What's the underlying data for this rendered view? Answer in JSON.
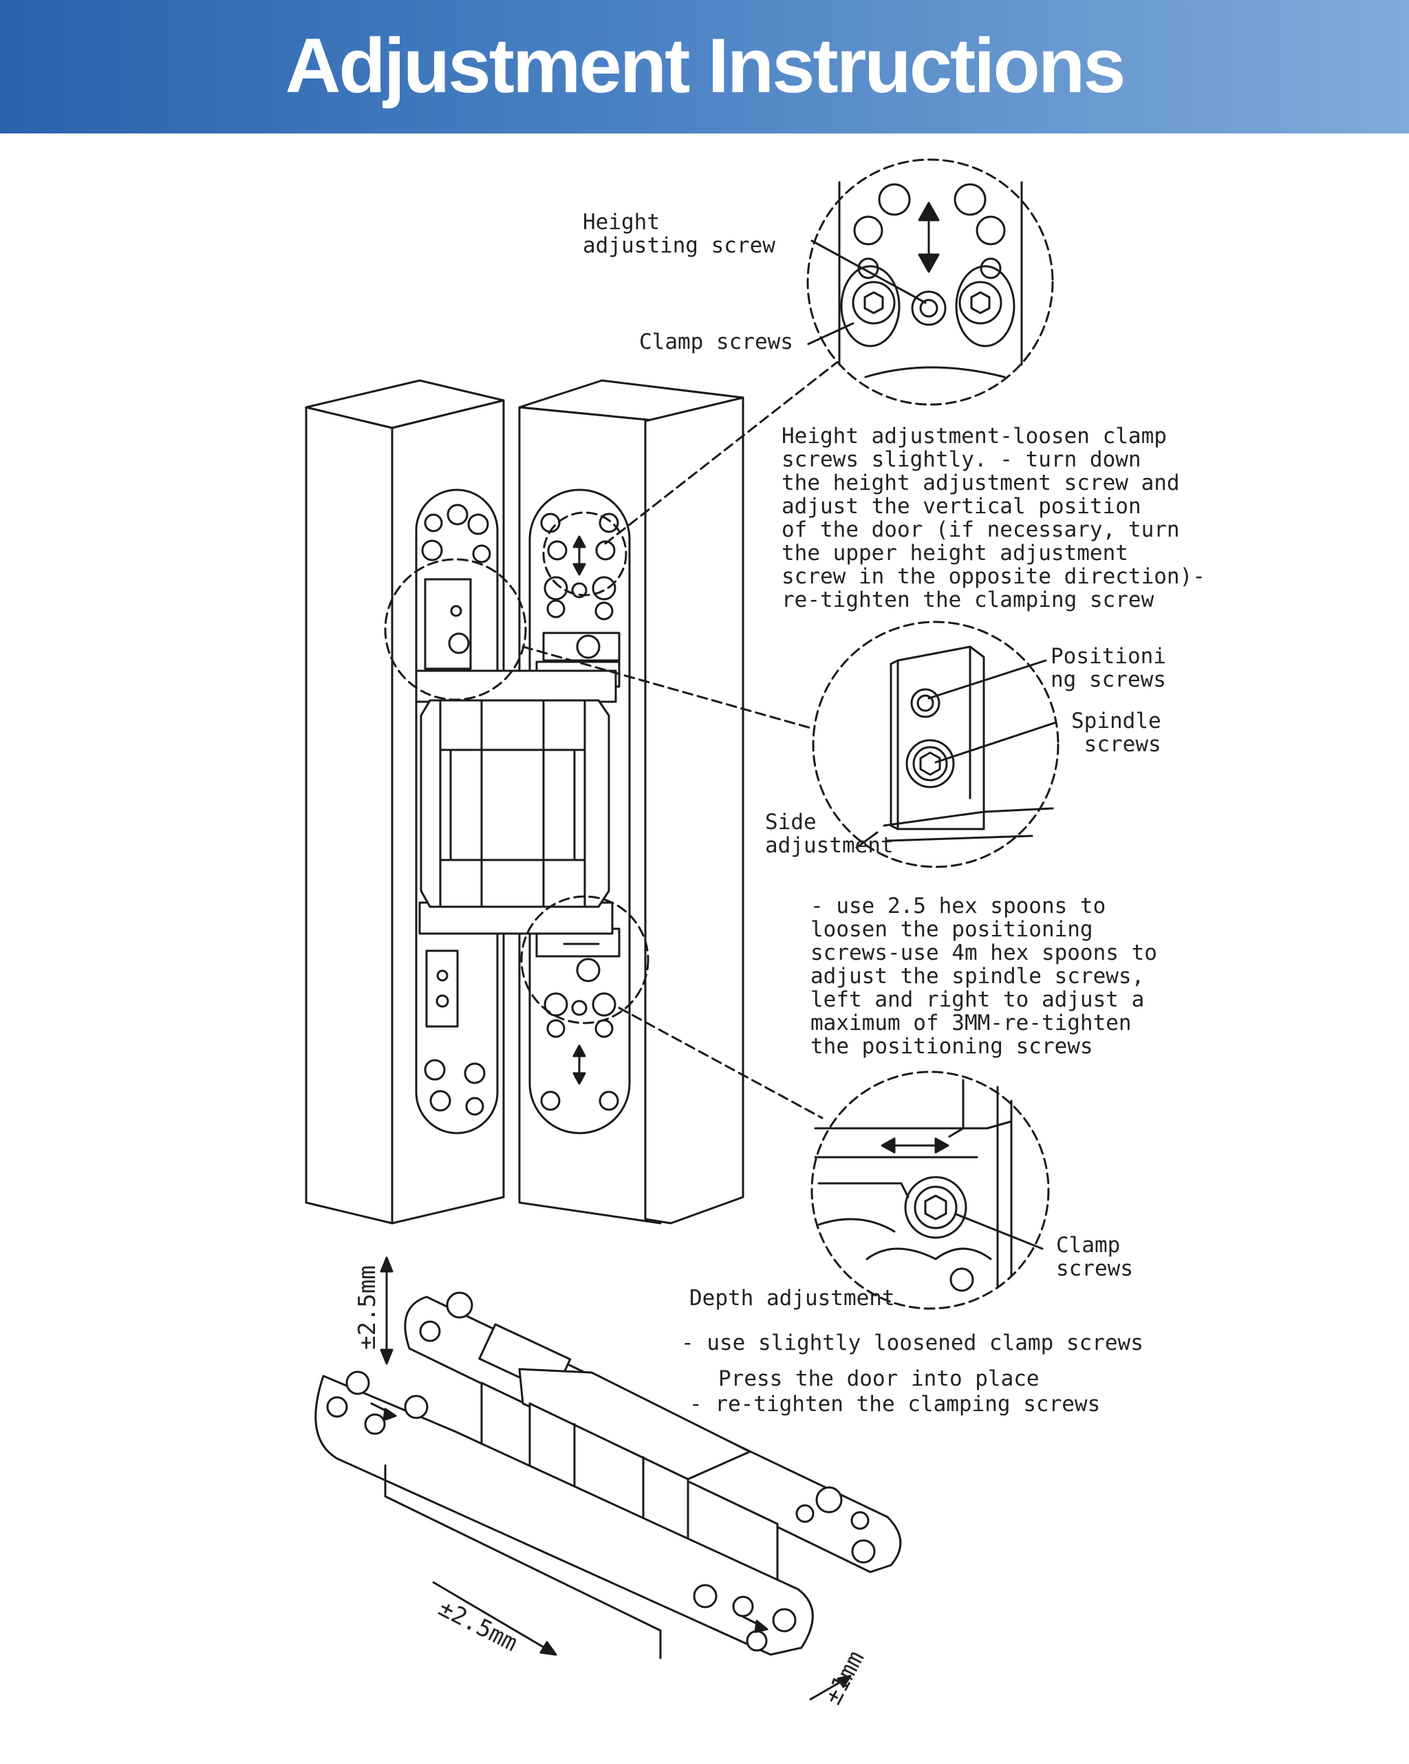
{
  "title": "Adjustment Instructions",
  "colors": {
    "banner_start": "#2a63ad",
    "banner_end": "#7faad9",
    "line": "#1a1a1a",
    "title_text": "#ffffff"
  },
  "callouts": {
    "height_screw": "Height\nadjusting screw",
    "clamp_top": "Clamp screws",
    "height_adjustment": "Height adjustment-loosen clamp\nscrews slightly. - turn down\nthe height adjustment screw and\nadjust the vertical position\nof the door (if necessary, turn\nthe upper height adjustment\nscrew in the opposite direction)-\nre-tighten the clamping screw",
    "positioning": "Positioni\nng screws",
    "spindle": "Spindle\n screws",
    "side_adjustment": "Side\nadjustment",
    "side_instructions": "- use 2.5 hex spoons to\nloosen the positioning\nscrews-use 4m hex spoons to\nadjust the spindle screws,\nleft and right to adjust a\nmaximum of 3MM-re-tighten\nthe positioning screws",
    "clamp_bottom": "Clamp\nscrews",
    "depth_adjustment": "Depth adjustment",
    "depth_line1": "- use slightly loosened clamp screws",
    "depth_line2": "Press the door into place",
    "depth_line3": "- re-tighten the clamping screws"
  },
  "dimensions": {
    "vertical": "±2.5mm",
    "horizontal": "±2.5mm",
    "depth": "±1mm"
  }
}
